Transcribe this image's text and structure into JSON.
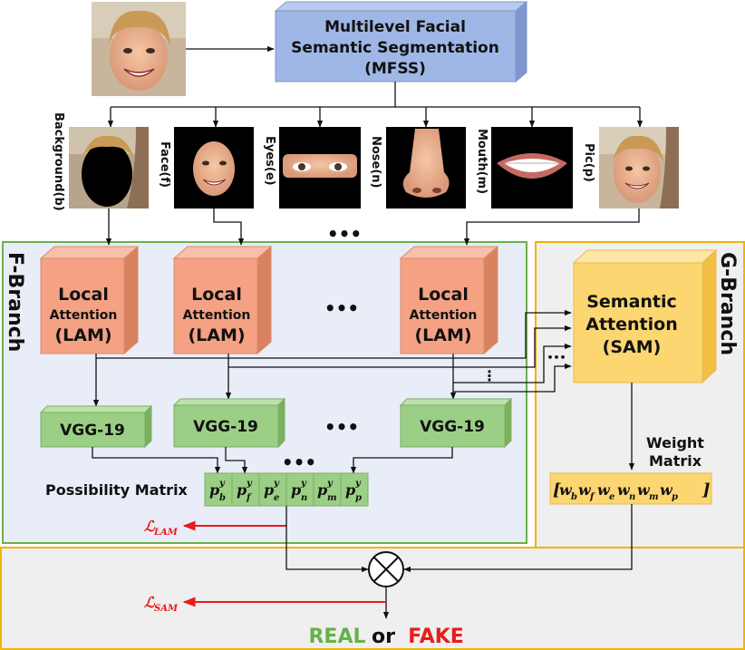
{
  "mfss": {
    "line1": "Multilevel Facial",
    "line2": "Semantic Segmentation",
    "line3": "(MFSS)"
  },
  "parts": [
    {
      "label": "Background(b)"
    },
    {
      "label": "Face(f)"
    },
    {
      "label": "Eyes(e)"
    },
    {
      "label": "Nose(n)"
    },
    {
      "label": "Mouth(m)"
    },
    {
      "label": "Pic(p)"
    }
  ],
  "ellipsis": "•••",
  "vdots": "⋮",
  "fbranch": {
    "title": "F-Branch",
    "lam": {
      "line1": "Local",
      "line2": "Attention",
      "line3": "(LAM)"
    },
    "vgg": "VGG-19",
    "possibility_label": "Possibility Matrix",
    "p_cells": [
      {
        "base": "p",
        "sup": "y",
        "sub": "b"
      },
      {
        "base": "p",
        "sup": "y",
        "sub": "f"
      },
      {
        "base": "p",
        "sup": "y",
        "sub": "e"
      },
      {
        "base": "p",
        "sup": "y",
        "sub": "n"
      },
      {
        "base": "p",
        "sup": "y",
        "sub": "m"
      },
      {
        "base": "p",
        "sup": "y",
        "sub": "p"
      }
    ],
    "loss": {
      "base": "ℒ",
      "sub": "LAM"
    }
  },
  "gbranch": {
    "title": "G-Branch",
    "sam": {
      "line1": "Semantic",
      "line2": "Attention",
      "line3": "(SAM)"
    },
    "weight_label1": "Weight",
    "weight_label2": "Matrix",
    "weights": [
      "w",
      "b",
      "w",
      "f",
      "w",
      "e",
      "w",
      "n",
      "w",
      "m",
      "w",
      "p"
    ],
    "bracket_open": "[",
    "bracket_close": "]"
  },
  "loss_sam": {
    "base": "ℒ",
    "sub": "SAM"
  },
  "result": {
    "real": "REAL",
    "or": "or",
    "fake": "FAKE"
  },
  "colors": {
    "fbranch_border": "#6ab04c",
    "gbranch_border": "#f0b400",
    "lam": "#f4a283",
    "vgg": "#9ccf86",
    "sam": "#fcd670",
    "mfss": "#9fb7e6",
    "loss": "#e81c1c",
    "real": "#66b24a",
    "fake": "#e81c1c"
  }
}
